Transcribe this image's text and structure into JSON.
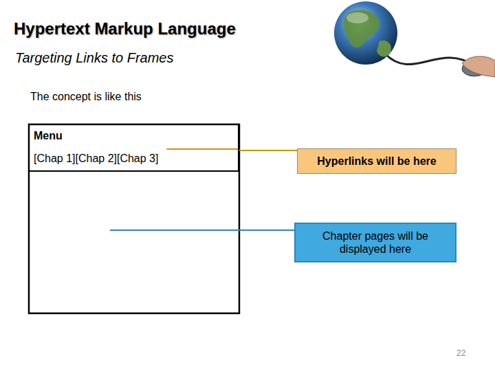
{
  "diagram": {
    "title": "Hypertext Markup Language",
    "nodes": [
      {
        "text": [
          "Menu",
          "[Chap 1][Chap 2][Chap 3]"
        ]
      },
      {
        "text": [
          "Hyperlinks will be here"
        ]
      },
      {
        "text": [
          "Chapter pages will be displayed here"
        ]
      }
    ],
    "edges": [
      {
        "from": 0,
        "to": 1,
        "arrow": "none"
      }
    ],
    "labels": [
      "Targeting Links to Frames",
      "The concept is like this",
      "22"
    ]
  }
}
